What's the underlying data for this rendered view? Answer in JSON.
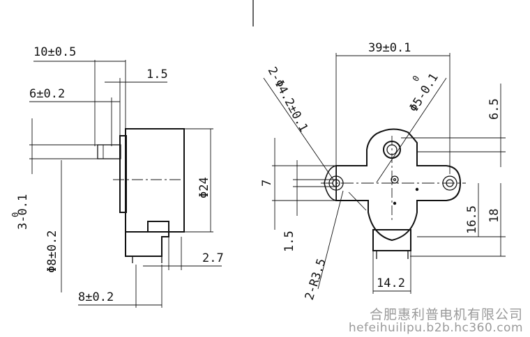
{
  "dimensions": {
    "side_view": {
      "d10": "10±0.5",
      "d1_5_top": "1.5",
      "d6": "6±0.2",
      "d3": "3-0.1",
      "d3_sup": "0",
      "d8_dia": "Φ8±0.2",
      "d24_dia": "Φ24",
      "d2_7": "2.7",
      "d8": "8±0.2"
    },
    "front_view": {
      "d39": "39±0.1",
      "d6_5": "6.5",
      "d4_2_holes": "2-Φ4.2±0.1",
      "d5_dia": "Φ5-0.1",
      "d5_sup": "0",
      "d7": "7",
      "d1_5": "1.5",
      "d16_5": "16.5",
      "d18": "18",
      "d14_2": "14.2",
      "r3_5": "2-R3.5"
    }
  },
  "watermark": {
    "company": "合肥惠利普电机有限公司",
    "url": "hefeihuilipu.b2b.hc360.com"
  }
}
